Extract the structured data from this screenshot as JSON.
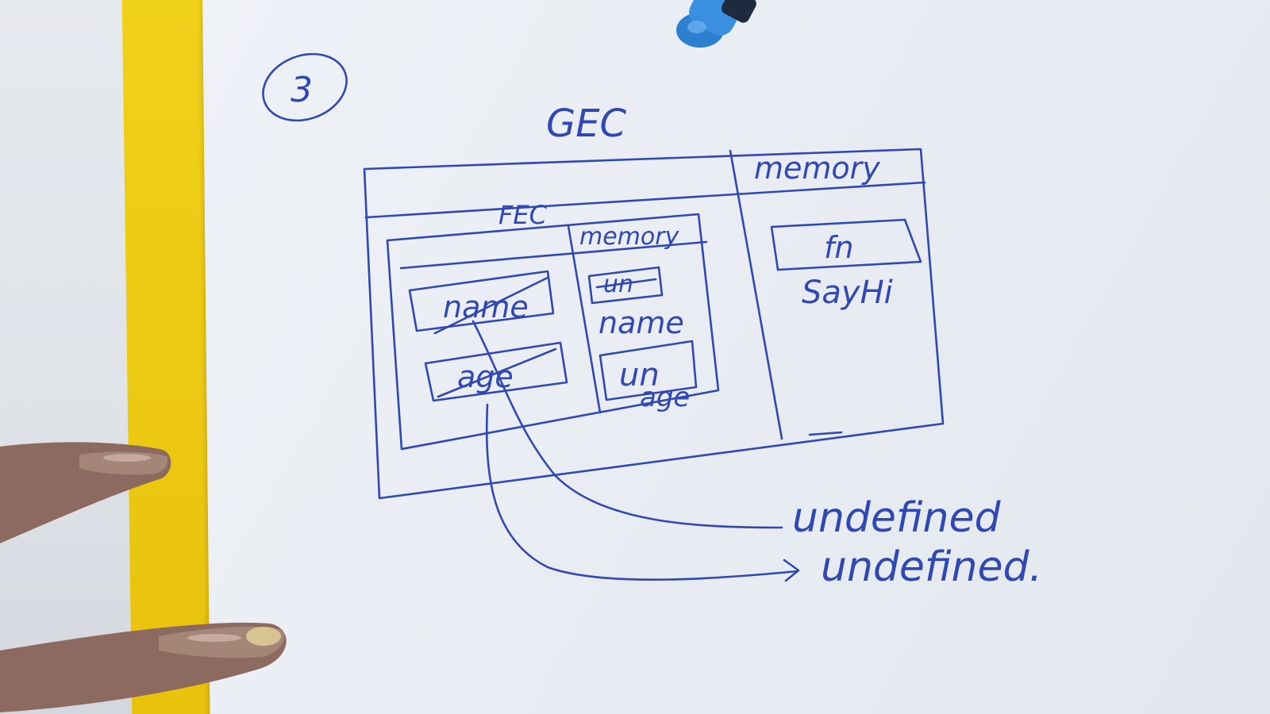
{
  "sheet": {
    "corner_number": "3",
    "gec_label": "GEC",
    "gec_memory_label": "memory",
    "gec_memory_fn": "fn",
    "gec_memory_fn_name": "SayHi",
    "fec_label": "FEC",
    "fec_memory_label": "memory",
    "fec_code_items": [
      "name",
      "age"
    ],
    "fec_memory_items": [
      {
        "value": "un",
        "variable": "name"
      },
      {
        "value": "un",
        "variable": "age"
      }
    ],
    "outputs": [
      "undefined",
      "undefined."
    ]
  },
  "colors": {
    "ink": "#2f48b3",
    "paper": "#e9edf3",
    "yellow": "#edc611",
    "marker": "#2d7fd0",
    "skin": "#8a6a5e"
  }
}
